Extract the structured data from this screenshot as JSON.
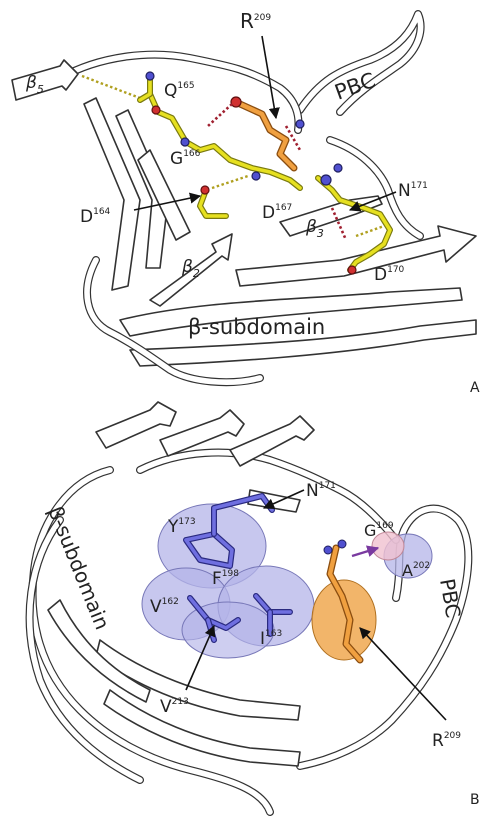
{
  "panel_a": {
    "panel_letter": "A",
    "subdomain_label": "β-subdomain",
    "pbc_label": "PBC",
    "beta5": {
      "base": "β",
      "sub": "5"
    },
    "beta3": {
      "base": "β",
      "sub": "3"
    },
    "beta2": {
      "base": "β",
      "sub": "2"
    },
    "residues": [
      {
        "id": "R209",
        "name": "R",
        "num": "209"
      },
      {
        "id": "Q165",
        "name": "Q",
        "num": "165"
      },
      {
        "id": "G166",
        "name": "G",
        "num": "166"
      },
      {
        "id": "N171",
        "name": "N",
        "num": "171"
      },
      {
        "id": "D164",
        "name": "D",
        "num": "164"
      },
      {
        "id": "D167",
        "name": "D",
        "num": "167"
      },
      {
        "id": "D170",
        "name": "D",
        "num": "170"
      }
    ]
  },
  "panel_b": {
    "panel_letter": "B",
    "subdomain_label": "β-subdomain",
    "pbc_label": "PBC",
    "residues": [
      {
        "id": "N171",
        "name": "N",
        "num": "171"
      },
      {
        "id": "Y173",
        "name": "Y",
        "num": "173"
      },
      {
        "id": "G169",
        "name": "G",
        "num": "169"
      },
      {
        "id": "F198",
        "name": "F",
        "num": "198"
      },
      {
        "id": "A202",
        "name": "A",
        "num": "202"
      },
      {
        "id": "V162",
        "name": "V",
        "num": "162"
      },
      {
        "id": "I163",
        "name": "I",
        "num": "163"
      },
      {
        "id": "V213",
        "name": "V",
        "num": "213"
      },
      {
        "id": "R209",
        "name": "R",
        "num": "209"
      }
    ]
  },
  "colors": {
    "carbon_yellow": "#e6e020",
    "carbon_orange": "#f0a040",
    "nitrogen_blue": "#5050d0",
    "oxygen_red": "#d03030",
    "hydrophobic_surface": "#b4b4e8",
    "arginine_surface": "#f0a850",
    "glycine_surface": "#f0c0d0"
  }
}
